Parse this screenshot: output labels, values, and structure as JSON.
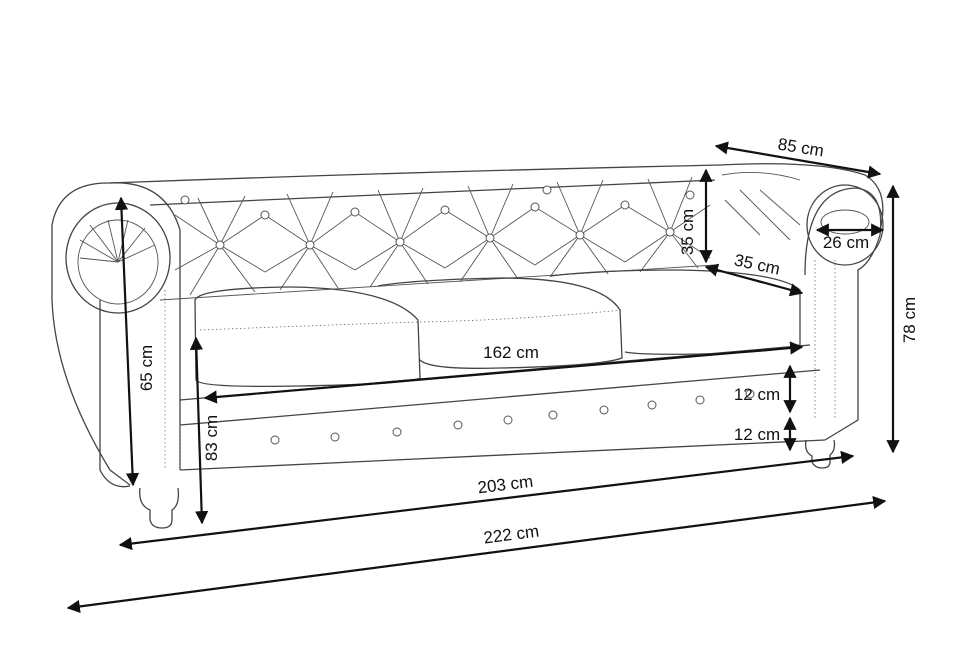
{
  "diagram": {
    "dimensions": {
      "depth_total": "85 cm",
      "back_height": "35 cm",
      "armrest_width": "26 cm",
      "seat_depth": "35 cm",
      "total_height": "78 cm",
      "armrest_height": "65 cm",
      "seat_width": "162 cm",
      "seat_height": "12 cm",
      "leg_height": "12 cm",
      "depth_side": "83 cm",
      "width_base": "203 cm",
      "width_total": "222 cm"
    },
    "colors": {
      "outline": "#444444",
      "dimension": "#111111",
      "background": "#ffffff"
    }
  }
}
